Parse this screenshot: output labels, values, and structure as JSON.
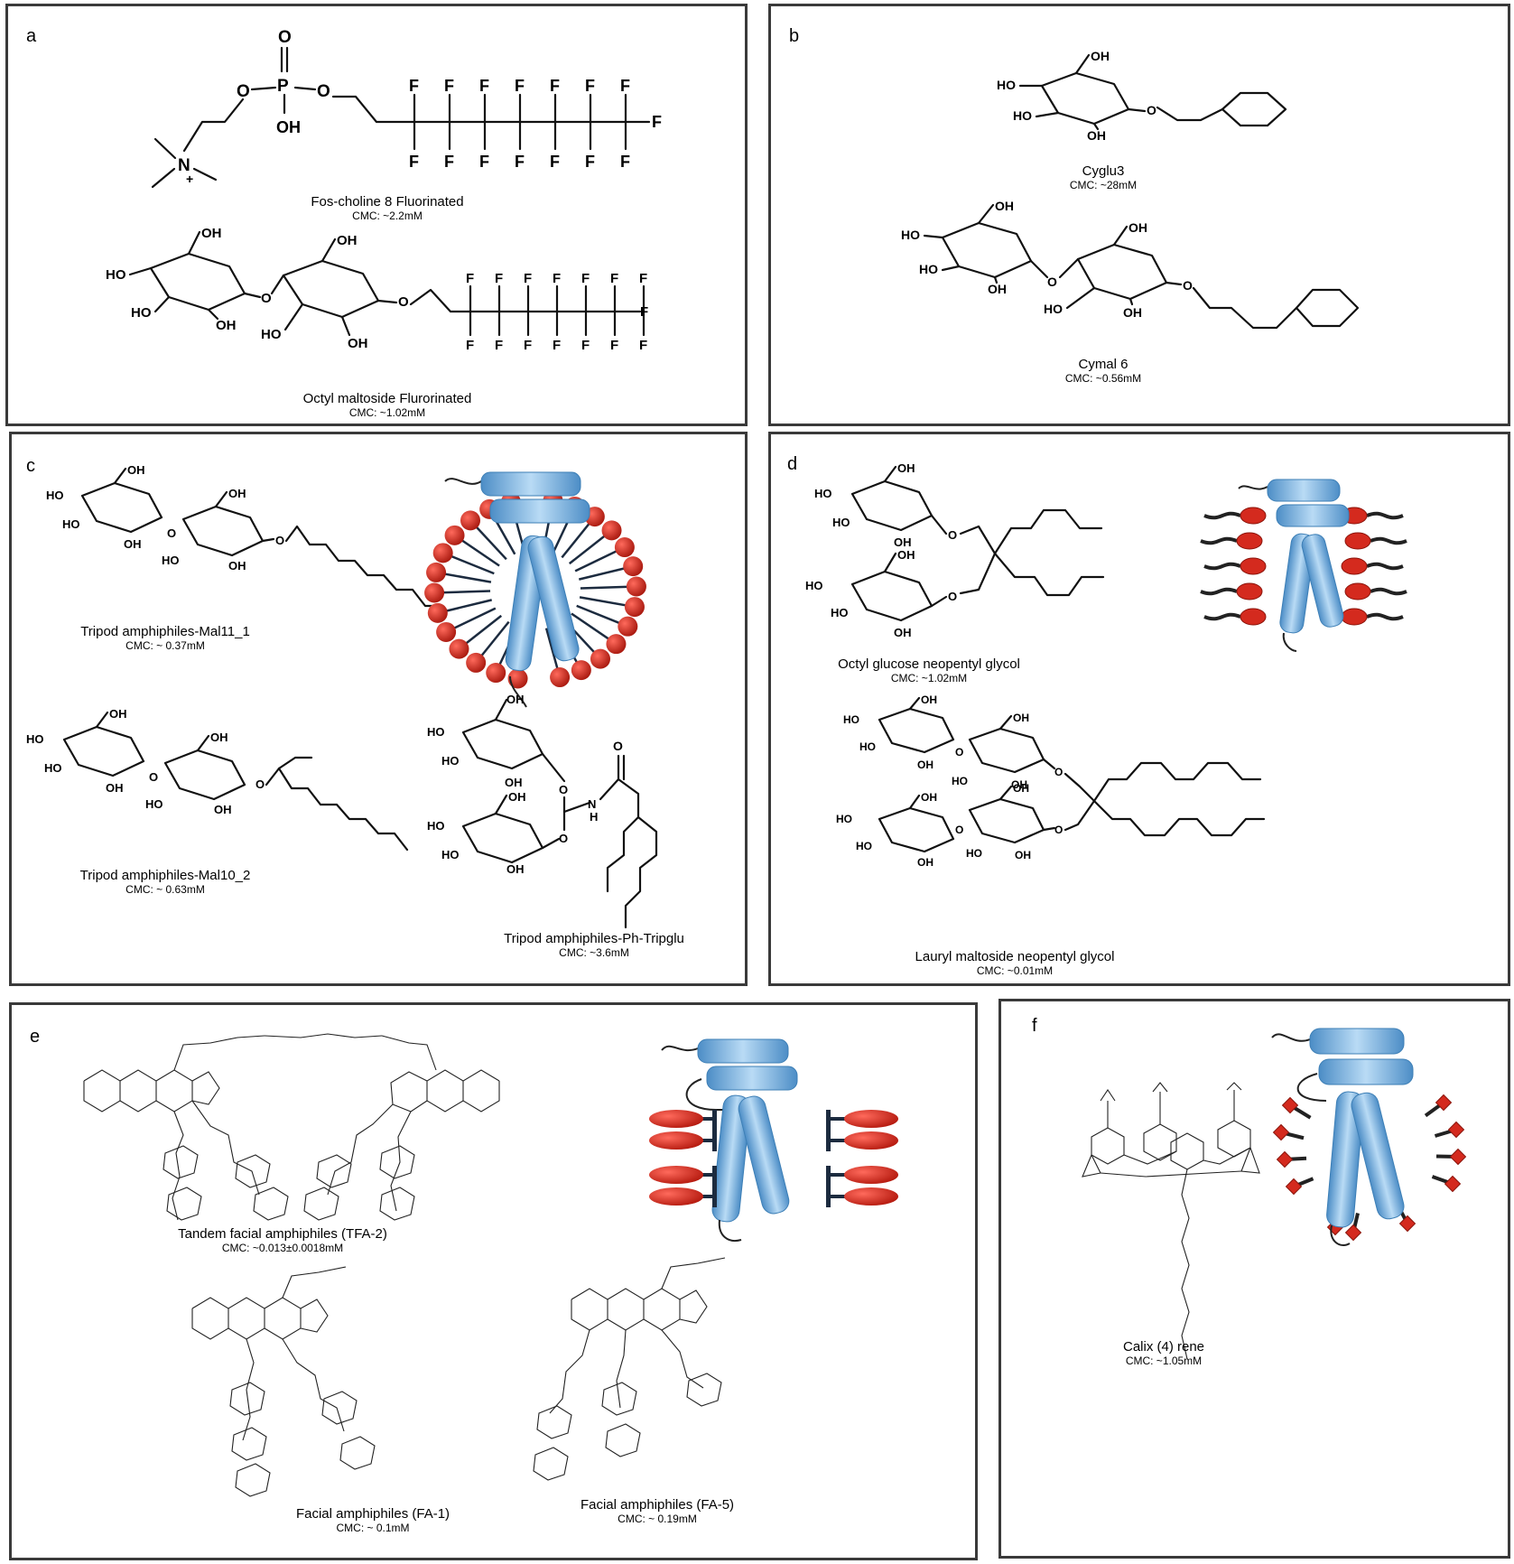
{
  "panels": {
    "a": {
      "label": "a",
      "molecules": [
        {
          "name": "Fos-choline 8 Fluorinated",
          "cmc": "CMC: ~2.2mM"
        },
        {
          "name": "Octyl maltoside Flurorinated",
          "cmc": "CMC: ~1.02mM"
        }
      ]
    },
    "b": {
      "label": "b",
      "molecules": [
        {
          "name": "Cyglu3",
          "cmc": "CMC: ~28mM"
        },
        {
          "name": "Cymal 6",
          "cmc": "CMC: ~0.56mM"
        }
      ]
    },
    "c": {
      "label": "c",
      "molecules": [
        {
          "name": "Tripod amphiphiles-Mal11_1",
          "cmc": "CMC: ~ 0.37mM"
        },
        {
          "name": "Tripod amphiphiles-Mal10_2",
          "cmc": "CMC: ~ 0.63mM"
        },
        {
          "name": "Tripod amphiphiles-Ph-Tripglu",
          "cmc": "CMC: ~3.6mM"
        }
      ]
    },
    "d": {
      "label": "d",
      "molecules": [
        {
          "name": "Octyl glucose neopentyl glycol",
          "cmc": "CMC: ~1.02mM"
        },
        {
          "name": "Lauryl maltoside neopentyl glycol",
          "cmc": "CMC: ~0.01mM"
        }
      ]
    },
    "e": {
      "label": "e",
      "molecules": [
        {
          "name": "Tandem facial amphiphiles (TFA-2)",
          "cmc": "CMC: ~0.013±0.0018mM"
        },
        {
          "name": "Facial amphiphiles (FA-1)",
          "cmc": "CMC: ~ 0.1mM"
        },
        {
          "name": "Facial amphiphiles (FA-5)",
          "cmc": "CMC: ~ 0.19mM"
        }
      ]
    },
    "f": {
      "label": "f",
      "molecules": [
        {
          "name": "Calix (4) rene",
          "cmc": "CMC: ~1.05mM"
        }
      ]
    }
  },
  "atoms": {
    "oxygen": "O",
    "phosphorus": "P",
    "hydroxyl": "OH",
    "nitrogen": "N",
    "plus": "+",
    "fluorine": "F",
    "ho": "HO",
    "nh": "H"
  },
  "colors": {
    "helix": "#7fb6e0",
    "helix_edge": "#3d7fb6",
    "headgroup": "#d42a1e",
    "tail": "#1c2b3f",
    "border": "#3a3a3a"
  }
}
